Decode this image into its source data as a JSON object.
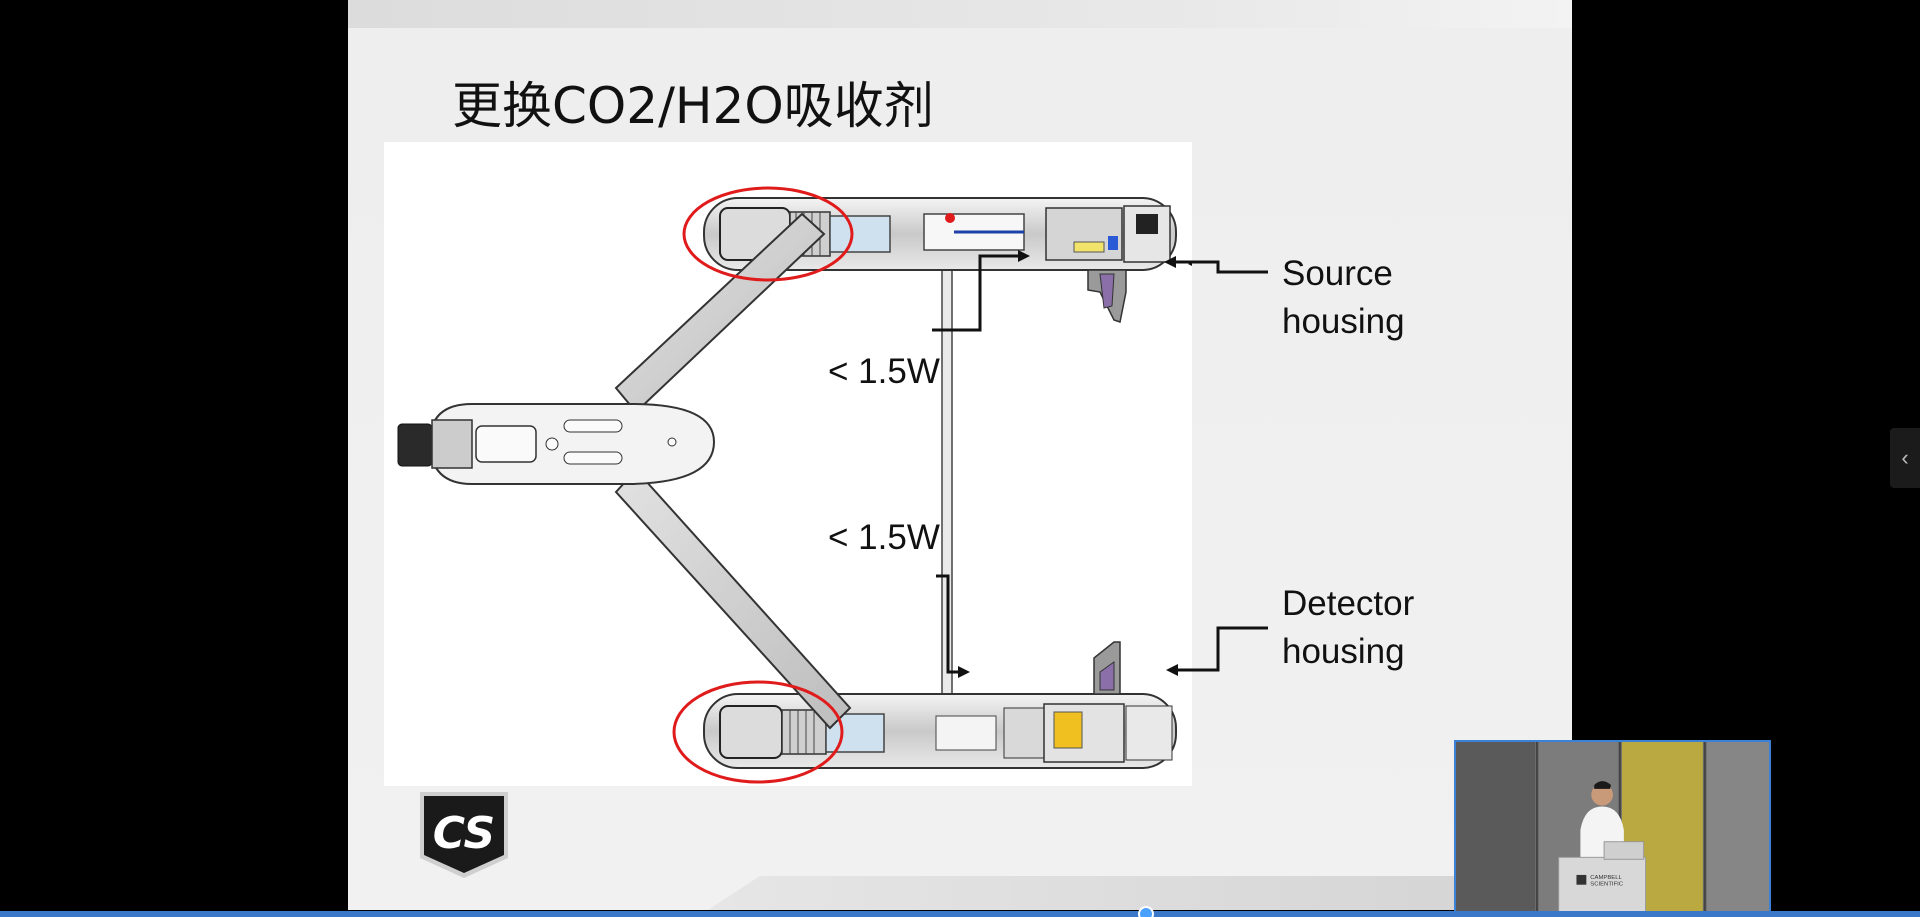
{
  "slide": {
    "title": "更换CO2/H2O吸收剂",
    "labels": {
      "source_line1": "Source",
      "source_line2": "housing",
      "detector_line1": "Detector",
      "detector_line2": "housing",
      "power_top": "< 1.5W",
      "power_bottom": "< 1.5W"
    },
    "logo_text": "CS"
  },
  "presenter": {
    "podium_brand_line1": "CAMPBELL",
    "podium_brand_line2": "SCIENTIFIC"
  },
  "controls": {
    "side_toggle": "‹"
  },
  "colors": {
    "highlight_circle": "#e01b1b",
    "progress": "#3b78c9",
    "pip_border": "#3b82d6"
  }
}
